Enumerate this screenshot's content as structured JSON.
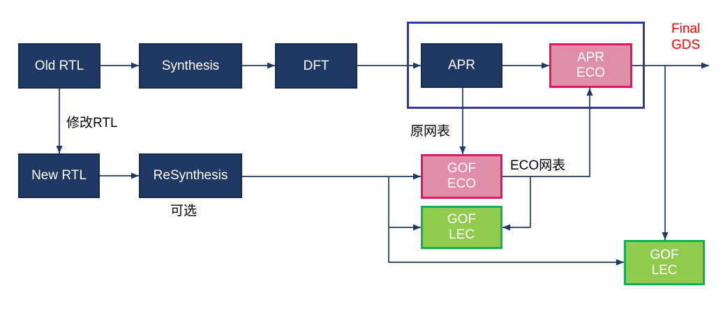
{
  "diagram": {
    "nodes": {
      "old_rtl": {
        "label": "Old RTL"
      },
      "synthesis": {
        "label": "Synthesis"
      },
      "dft": {
        "label": "DFT"
      },
      "apr": {
        "label": "APR"
      },
      "apr_eco": {
        "label": "APR\nECO"
      },
      "new_rtl": {
        "label": "New RTL"
      },
      "resynthesis": {
        "label": "ReSynthesis"
      },
      "gof_eco": {
        "label": "GOF\nECO"
      },
      "gof_lec_mid": {
        "label": "GOF\nLEC"
      },
      "gof_lec_out": {
        "label": "GOF\nLEC"
      }
    },
    "labels": {
      "modify_rtl": "修改RTL",
      "original_netlist": "原网表",
      "eco_netlist": "ECO网表",
      "optional": "可选",
      "final_gds": "Final\nGDS"
    },
    "colors": {
      "navy_fill": "#1F3864",
      "navy_border": "#16294F",
      "pink_fill": "#E08DA7",
      "pink_border": "#E31560",
      "green_fill": "#90CB4D",
      "green_border": "#0FB150",
      "group_outline_blue": "#2F3C9E",
      "connector": "#1F3864",
      "final_gds_text": "#FF0000",
      "label_text": "#000000",
      "node_text": "#FFFFFF"
    }
  }
}
